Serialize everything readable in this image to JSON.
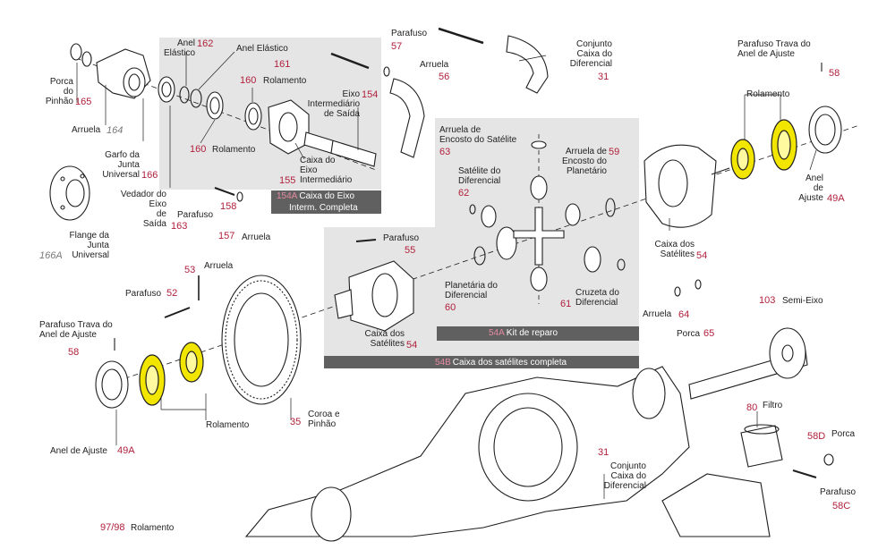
{
  "colors": {
    "code": "#b0203c",
    "highlight": "#f2e600",
    "panel": "#e5e5e5",
    "panel_bar": "#606060",
    "line": "#1e1e1e"
  },
  "labels": {
    "porca_pinhao": {
      "text": [
        "Porca",
        "do",
        "Pinhão"
      ],
      "code": "165"
    },
    "arruela_164": {
      "text": [
        "Arruela"
      ],
      "code": "164"
    },
    "garfo": {
      "text": [
        "Garfo da",
        "Junta",
        "Universal"
      ],
      "code": "166"
    },
    "vedador": {
      "text": [
        "Vedador do",
        "Eixo",
        "de",
        "Saída"
      ],
      "code": "163"
    },
    "flange": {
      "text": [
        "Flange da",
        "Junta",
        "Universal"
      ],
      "code": "166A"
    },
    "anel_elastico_162": {
      "text": [
        "Anel",
        "Elástico"
      ],
      "code": "162"
    },
    "anel_elastico_161": {
      "text": [
        "Anel Elástico"
      ],
      "code": "161"
    },
    "rolamento_160a": {
      "text": [
        "Rolamento"
      ],
      "code": "160"
    },
    "rolamento_160b": {
      "text": [
        "Rolamento"
      ],
      "code": "160"
    },
    "eixo_intermediario": {
      "text": [
        "Eixo",
        "Intermediário",
        "de Saída"
      ],
      "code": "154"
    },
    "caixa_eixo": {
      "text": [
        "Caixa do",
        "Eixo",
        "Intermediário"
      ],
      "code": "155"
    },
    "caixa_eixo_completa": {
      "code": "154A",
      "text": [
        "Caixa do Eixo",
        "Interm. Completa"
      ]
    },
    "parafuso_158": {
      "text": [
        "Parafuso"
      ],
      "code": "158"
    },
    "arruela_157": {
      "text": [
        "Arruela"
      ],
      "code": "157"
    },
    "parafuso_57": {
      "text": [
        "Parafuso"
      ],
      "code": "57"
    },
    "arruela_56": {
      "text": [
        "Arruela"
      ],
      "code": "56"
    },
    "conjunto_31_top": {
      "text": [
        "Conjunto",
        "Caixa do",
        "Diferencial"
      ],
      "code": "31"
    },
    "parafuso_trava_58_top": {
      "text": [
        "Parafuso Trava do",
        "Anel de Ajuste"
      ],
      "code": "58"
    },
    "rolamento_top": {
      "text": [
        "Rolamento"
      ]
    },
    "anel_ajuste_49a_right": {
      "text": [
        "Anel",
        "de",
        "Ajuste"
      ],
      "code": "49A"
    },
    "arruela_encosto_satelite": {
      "text": [
        "Arruela de",
        "Encosto do Satélite"
      ],
      "code": "63"
    },
    "arruela_encosto_planetario": {
      "text": [
        "Arruela de",
        "Encosto do",
        "Planetário"
      ],
      "code": "59"
    },
    "satelite": {
      "text": [
        "Satélite do",
        "Diferencial"
      ],
      "code": "62"
    },
    "planetaria": {
      "text": [
        "Planetária do",
        "Diferencial"
      ],
      "code": "60"
    },
    "cruzeta": {
      "text": [
        "Cruzeta do",
        "Diferencial"
      ],
      "code": "61"
    },
    "kit_reparo": {
      "code": "54A",
      "text": "Kit de reparo"
    },
    "caixa_satelites_completa": {
      "code": "54B",
      "text": "Caixa dos satélites completa"
    },
    "parafuso_55": {
      "text": [
        "Parafuso"
      ],
      "code": "55"
    },
    "caixa_satelites_54_mid": {
      "text": [
        "Caixa dos",
        "Satélites"
      ],
      "code": "54"
    },
    "caixa_satelites_54_right": {
      "text": [
        "Caixa dos",
        "Satélites"
      ],
      "code": "54"
    },
    "arruela_64": {
      "text": [
        "Arruela"
      ],
      "code": "64"
    },
    "porca_65": {
      "text": [
        "Porca"
      ],
      "code": "65"
    },
    "semi_eixo": {
      "text": [
        "Semi-Eixo"
      ],
      "code": "103"
    },
    "arruela_53": {
      "text": [
        "Arruela"
      ],
      "code": "53"
    },
    "parafuso_52": {
      "text": [
        "Parafuso"
      ],
      "code": "52"
    },
    "parafuso_trava_58_left": {
      "text": [
        "Parafuso Trava do",
        "Anel de Ajuste"
      ],
      "code": "58"
    },
    "rolamento_left": {
      "text": [
        "Rolamento"
      ]
    },
    "anel_ajuste_49a_left": {
      "text": [
        "Anel de Ajuste"
      ],
      "code": "49A"
    },
    "coroa_pinhao": {
      "text": [
        "Coroa e",
        "Pinhão"
      ],
      "code": "35"
    },
    "filtro": {
      "text": [
        "Filtro"
      ],
      "code": "80"
    },
    "porca_58d": {
      "text": [
        "Porca"
      ],
      "code": "58D"
    },
    "parafuso_58c": {
      "text": [
        "Parafuso"
      ],
      "code": "58C"
    },
    "conjunto_31_bottom": {
      "text": [
        "Conjunto",
        "Caixa do",
        "Diferencial"
      ],
      "code": "31"
    },
    "rolamento_97_98": {
      "text": [
        "Rolamento"
      ],
      "code": "97/98"
    }
  }
}
